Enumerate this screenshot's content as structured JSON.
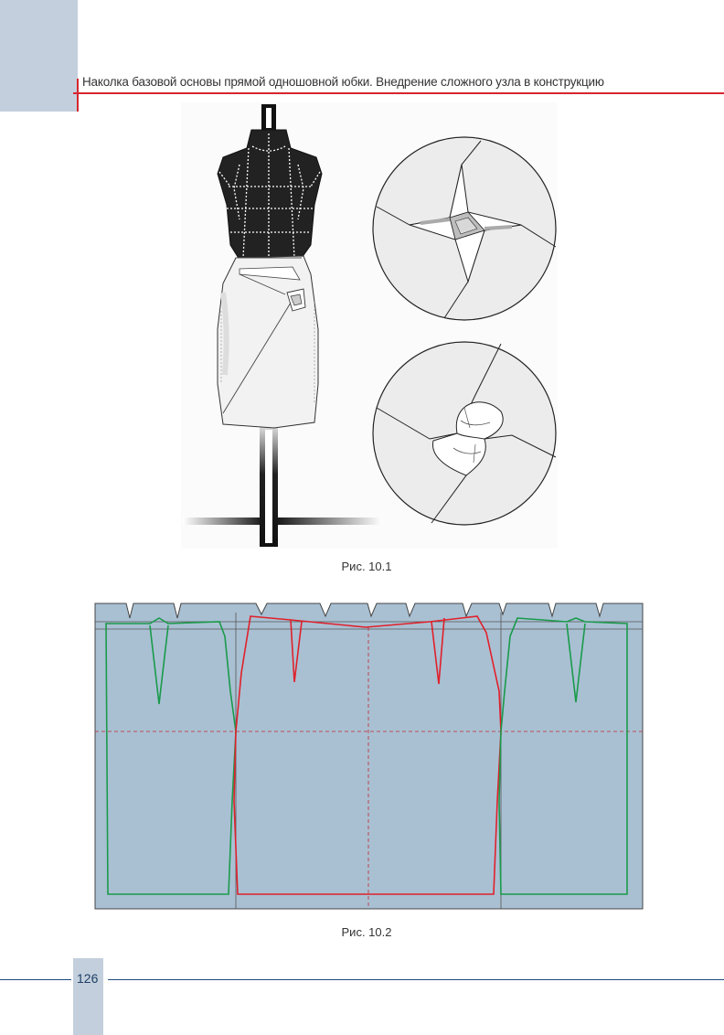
{
  "header": {
    "title": "Наколка базовой основы прямой одношовной юбки. Внедрение сложного узла в конструкцию"
  },
  "figures": [
    {
      "caption": "Рис. 10.1",
      "parts": [
        "mannequin-with-skirt",
        "knot-detail-folded",
        "knot-detail-gathered"
      ]
    },
    {
      "caption": "Рис. 10.2",
      "parts": [
        "skirt-pattern-draft"
      ]
    }
  ],
  "footer": {
    "page_number": "126"
  },
  "colors": {
    "accent_red": "#d6262f",
    "footer_blue": "#1c4a7d",
    "side_block": "#c3cfdc",
    "pattern_fill": "#a9c0d3",
    "pattern_green": "#1a9a4a",
    "pattern_red": "#e0202a"
  }
}
